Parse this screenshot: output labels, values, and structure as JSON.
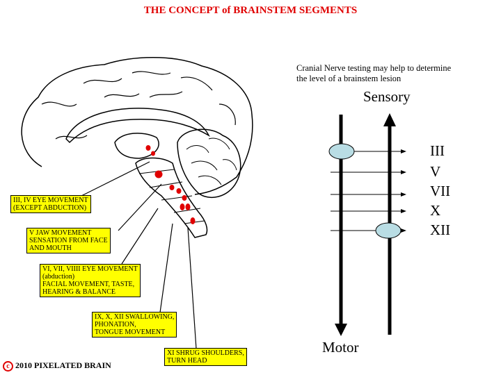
{
  "title": "THE CONCEPT of BRAINSTEM SEGMENTS",
  "note": {
    "line1": "Cranial Nerve testing may help to determine",
    "line2": "the level of a brainstem lesion"
  },
  "axis": {
    "sensory": "Sensory",
    "motor": "Motor"
  },
  "nerves": [
    "III",
    "V",
    "VII",
    "X",
    "XII"
  ],
  "labels": [
    {
      "lines": [
        "III, IV  EYE MOVEMENT",
        " (EXCEPT ABDUCTION)"
      ]
    },
    {
      "lines": [
        "V  JAW MOVEMENT",
        "SENSATION FROM FACE",
        "AND MOUTH"
      ]
    },
    {
      "lines": [
        "VI, VII, VIIII EYE MOVEMENT",
        " (abduction)",
        "FACIAL MOVEMENT, TASTE,",
        "HEARING & BALANCE"
      ]
    },
    {
      "lines": [
        "IX, X, XII SWALLOWING,",
        "PHONATION,",
        "TONGUE MOVEMENT"
      ]
    },
    {
      "lines": [
        "XI SHRUG SHOULDERS,",
        "TURN HEAD"
      ]
    }
  ],
  "copyright": {
    "symbol": "c",
    "text": "2010  PIXELATED BRAIN"
  },
  "colors": {
    "title": "#e00000",
    "label_bg": "#ffff00",
    "nucleus": "#e00000",
    "oval": "#b9dde4"
  }
}
